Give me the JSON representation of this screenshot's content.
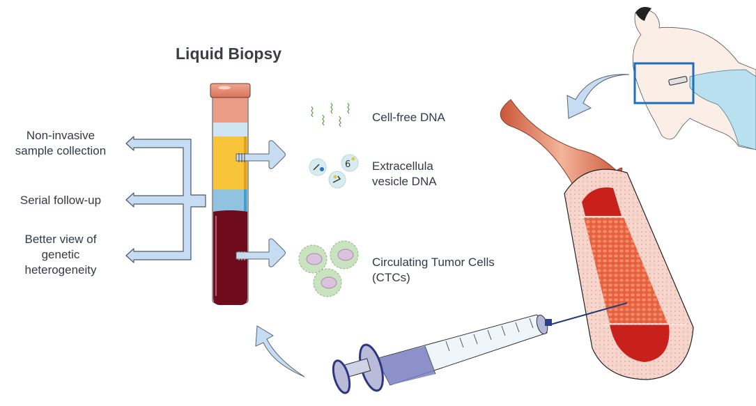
{
  "title": "Liquid Biopsy",
  "benefits": [
    {
      "line1": "Non-invasive",
      "line2": "sample collection"
    },
    {
      "line1": "Serial follow-up"
    },
    {
      "line1": "Better view of",
      "line2": "genetic",
      "line3": "heterogeneity"
    }
  ],
  "analytes": [
    {
      "label": "Cell-free DNA",
      "icon": "dna-fragments-icon"
    },
    {
      "label_line1": "Extracellula",
      "label_line2": "vesicle DNA",
      "icon": "extracellular-vesicles-icon"
    },
    {
      "label_line1": "Circulating Tumor Cells",
      "label_line2": "(CTCs)",
      "icon": "tumor-cells-icon"
    }
  ],
  "colors": {
    "arrow_fill": "#c6dcf3",
    "arrow_stroke": "#4a5663",
    "highlight_box": "#1a6fbf",
    "plasma": "#f8c43a",
    "buffy": "#8fc3e0",
    "blood": "#6e0b1d",
    "cap": "#e08a72"
  }
}
